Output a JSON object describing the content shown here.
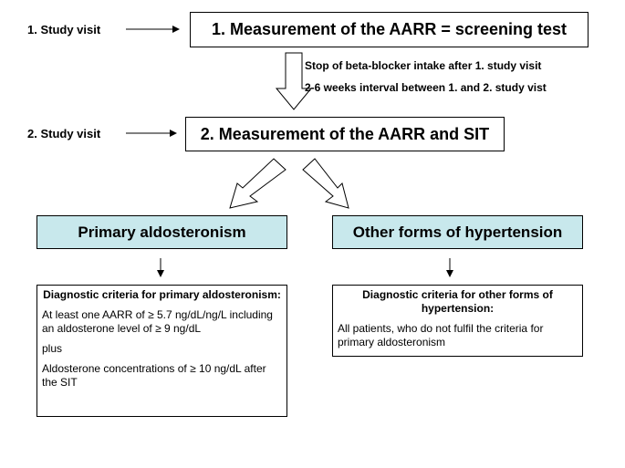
{
  "study_visit_1": {
    "label": "1. Study visit",
    "box_text": "1. Measurement of the AARR = screening test"
  },
  "transition_notes": [
    "Stop of beta-blocker intake after 1. study visit",
    "2-6 weeks interval between 1. and 2. study vist"
  ],
  "study_visit_2": {
    "label": "2. Study visit",
    "box_text": "2. Measurement of the AARR and SIT"
  },
  "outcomes": {
    "primary": {
      "label": "Primary aldosteronism",
      "criteria_title": "Diagnostic criteria for primary aldosteronism:",
      "criteria_paragraphs": [
        "At least one AARR of ≥ 5.7 ng/dL/ng/L including an aldosterone level of ≥ 9 ng/dL",
        "plus",
        "Aldosterone concentrations of ≥ 10 ng/dL after the SIT"
      ]
    },
    "other": {
      "label": "Other forms of hypertension",
      "criteria_title": "Diagnostic criteria for other forms of hypertension:",
      "criteria_paragraphs": [
        "All patients, who do not fulfil the criteria for primary aldosteronism"
      ]
    }
  },
  "colors": {
    "result_box_fill": "#c8e8ec",
    "line": "#000000"
  }
}
